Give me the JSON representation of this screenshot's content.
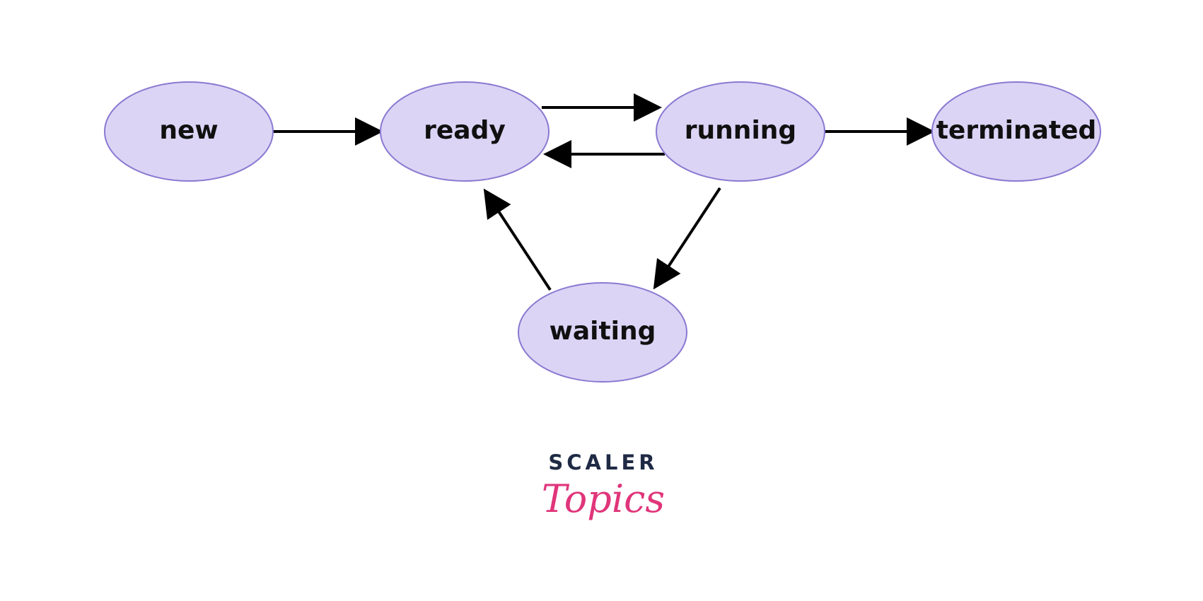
{
  "diagram": {
    "nodes": {
      "new": "new",
      "ready": "ready",
      "running": "running",
      "terminated": "terminated",
      "waiting": "waiting"
    },
    "edges": [
      {
        "from": "new",
        "to": "ready"
      },
      {
        "from": "ready",
        "to": "running"
      },
      {
        "from": "running",
        "to": "ready"
      },
      {
        "from": "running",
        "to": "terminated"
      },
      {
        "from": "running",
        "to": "waiting"
      },
      {
        "from": "waiting",
        "to": "ready"
      }
    ],
    "colors": {
      "node_fill": "#dbd4f5",
      "node_stroke": "#8a79d1",
      "edge": "#000000"
    }
  },
  "logo": {
    "top_text": "SCALER",
    "script_text": "Topics",
    "top_color": "#1f2a44",
    "script_color": "#e0357a"
  }
}
